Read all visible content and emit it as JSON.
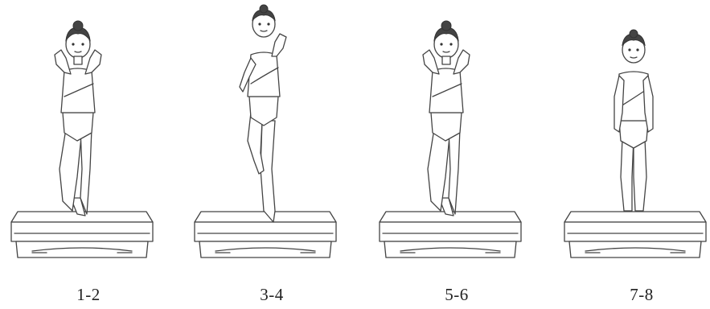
{
  "figures": [
    {
      "count_label": "1-2",
      "pose": "arms-raised-step-forward"
    },
    {
      "count_label": "3-4",
      "pose": "arm-raised-knee-lift"
    },
    {
      "count_label": "5-6",
      "pose": "arms-raised-step-forward"
    },
    {
      "count_label": "7-8",
      "pose": "standing-arms-down"
    }
  ],
  "colors": {
    "line": "#444444",
    "background": "#ffffff",
    "text": "#222222"
  }
}
